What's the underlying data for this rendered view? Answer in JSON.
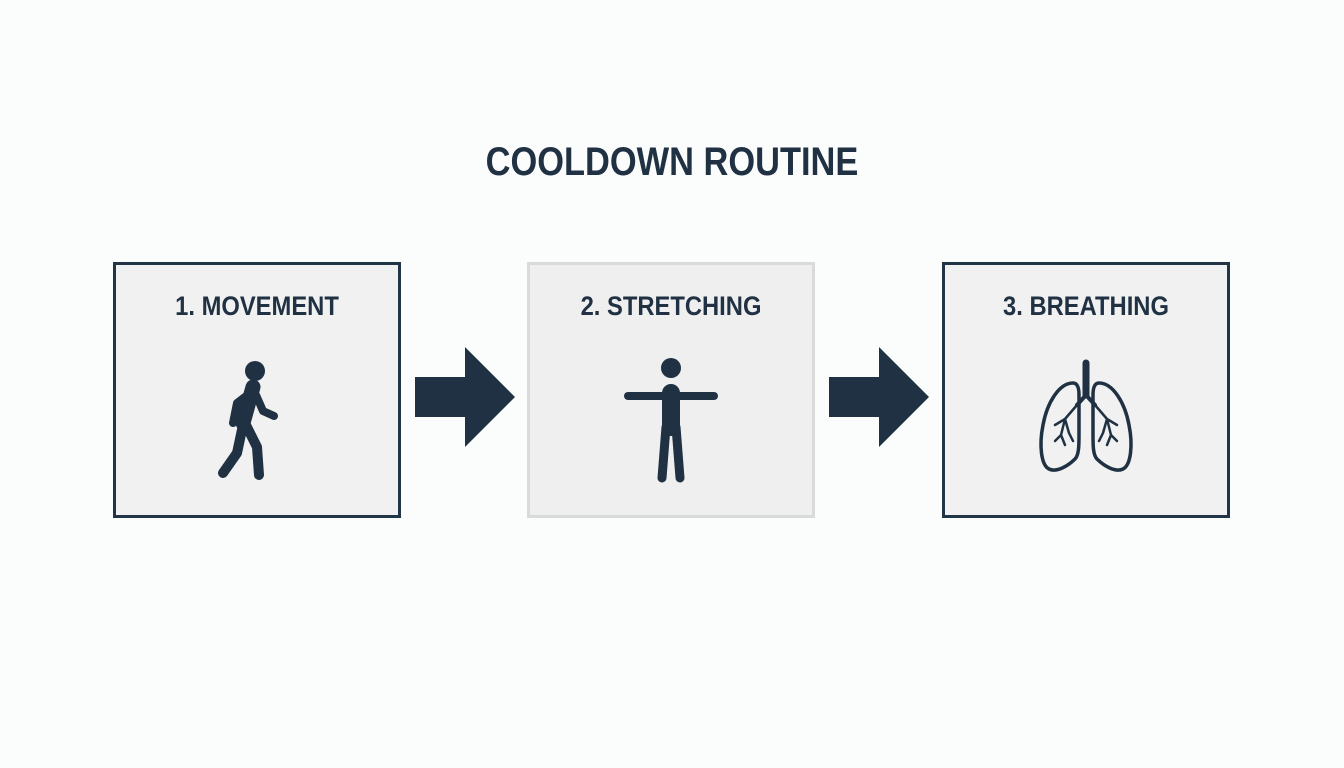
{
  "diagram": {
    "title": "COOLDOWN ROUTINE",
    "steps": [
      {
        "label": "1. MOVEMENT",
        "icon": "walking-person-icon",
        "state": "active"
      },
      {
        "label": "2. STRETCHING",
        "icon": "arms-out-person-icon",
        "state": "muted"
      },
      {
        "label": "3. BREATHING",
        "icon": "lungs-icon",
        "state": "active"
      }
    ],
    "connector_icon": "arrow-right-icon"
  },
  "colors": {
    "ink": "#1f3142",
    "box_border": "#223547",
    "box_border_muted": "#d9dbdb",
    "box_fill": "#f1f1f1",
    "background": "#fbfcfc"
  }
}
